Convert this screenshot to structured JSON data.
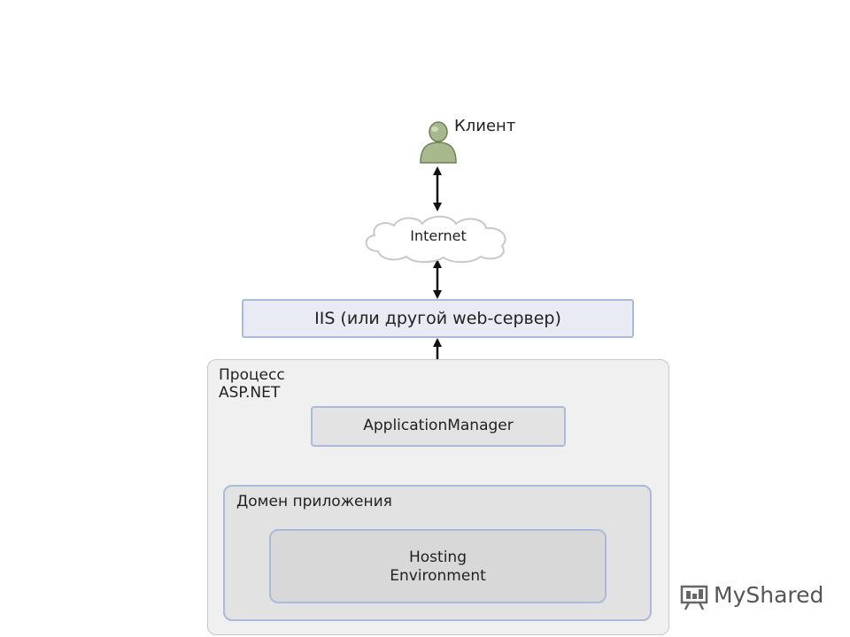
{
  "nodes": {
    "client": {
      "label": "Клиент"
    },
    "internet": {
      "label": "Internet"
    },
    "iis": {
      "label": "IIS (или другой web-сервер)"
    },
    "process": {
      "label": "Процесс\nASP.NET"
    },
    "app_manager": {
      "label": "ApplicationManager"
    },
    "app_domain": {
      "label": "Домен приложения"
    },
    "hosting_env": {
      "line1": "Hosting",
      "line2": "Environment"
    }
  },
  "icons": {
    "client": "person-icon",
    "internet": "cloud-icon",
    "watermark": "presentation-icon"
  },
  "watermark": {
    "text": "MyShared"
  },
  "colors": {
    "box_border": "#a9bbd9",
    "process_bg": "#f0f0f0",
    "person": "#a8b98e"
  }
}
